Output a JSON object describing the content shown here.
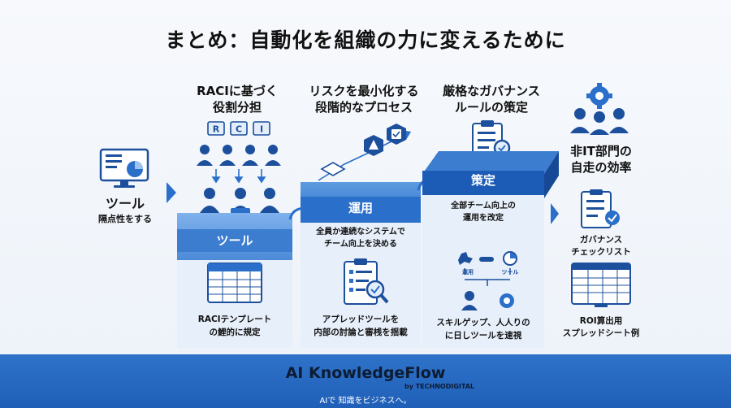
{
  "title": "まとめ：自動化を組織の力に変えるために",
  "left": {
    "label": "ツール",
    "sublabel": "隔点性をする"
  },
  "sections": {
    "raci": {
      "heading_line1": "RACIに基づく",
      "heading_line2": "役割分担",
      "badges": [
        "R",
        "C",
        "I"
      ],
      "bar_label": "ツール",
      "bottom_line1": "RACIテンプレート",
      "bottom_line2": "の鯉的に規定"
    },
    "ops": {
      "heading_line1": "リスクを最小化する",
      "heading_line2": "段階的なプロセス",
      "bar_label": "運用",
      "desc_line1": "全員か連続なシステムで",
      "desc_line2": "チーム向上を決める",
      "bottom_line1": "アプレッドツールを",
      "bottom_line2": "内部の討論と審桟を揺載"
    },
    "policy": {
      "heading_line1": "厳格なガバナンス",
      "heading_line2": "ルールの策定",
      "bar_label": "策定",
      "desc_line1": "全部チーム向上の",
      "desc_line2": "運用を改定",
      "mini_label_left": "運用",
      "mini_label_right": "ツール",
      "bottom_line1": "スキルゲップ、人人りの",
      "bottom_line2": "に日しツールを速視"
    }
  },
  "right": {
    "heading_line1": "非IT部門の",
    "heading_line2": "自走の効率",
    "item1_line1": "ガバナンス",
    "item1_line2": "チェックリスト",
    "item2_line1": "ROI算出用",
    "item2_line2": "スプレッドシート例"
  },
  "footer": {
    "brand": "AI KnowledgeFlow",
    "by": "by TECHNODIGITAL",
    "tagline": "AIで 知識をビジネスへ。"
  },
  "colors": {
    "primary": "#2a6fc9",
    "dark": "#1c4f9c",
    "light": "#5e9be0",
    "footer": "#2a6bc4"
  }
}
